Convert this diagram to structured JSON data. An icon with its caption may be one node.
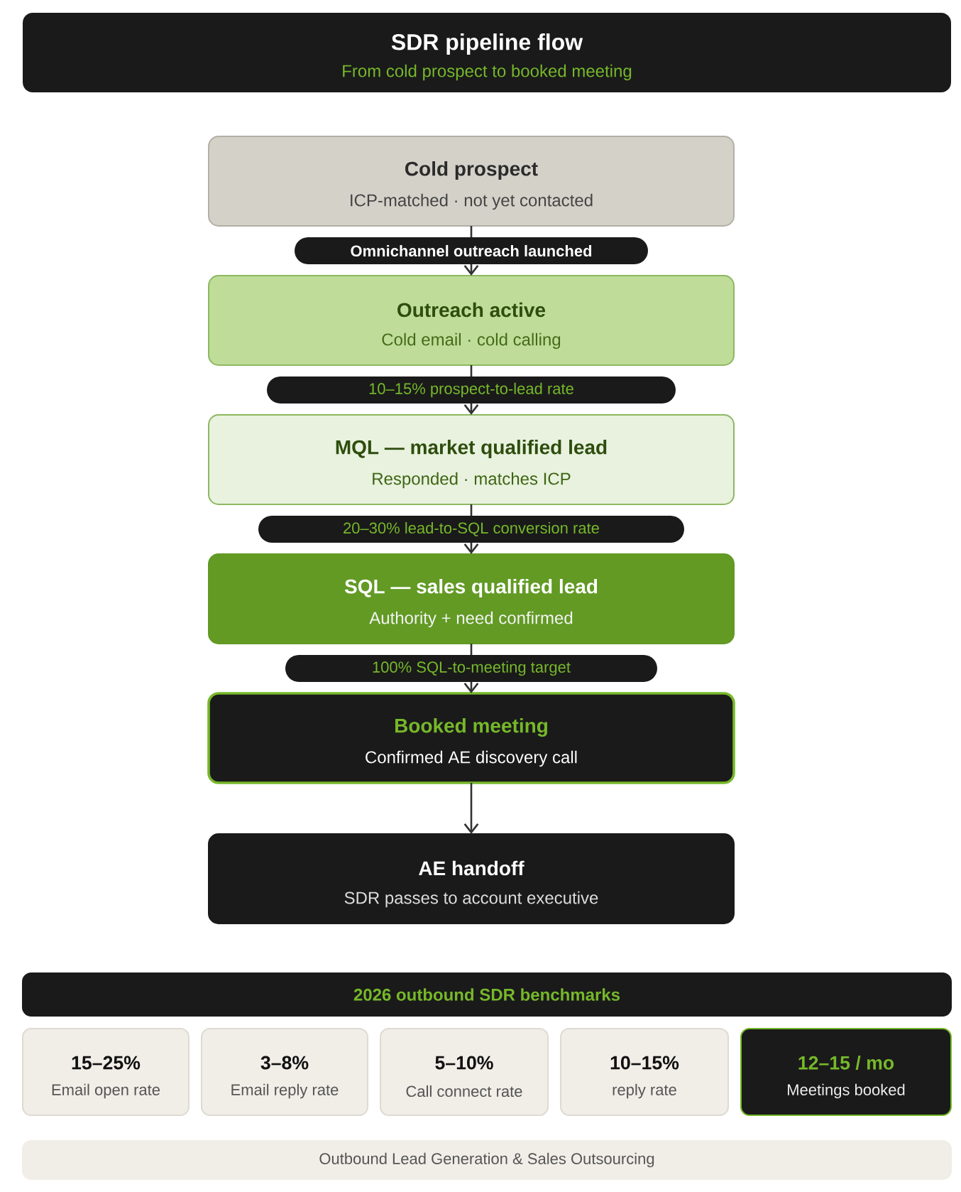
{
  "diagram": {
    "title": "SDR pipeline flow",
    "labels": [
      "From cold prospect to booked meeting"
    ],
    "nodes": [
      {
        "text": [
          "Cold prospect",
          "ICP-matched · not yet contacted"
        ]
      },
      {
        "text": [
          "Outreach active",
          "Cold email · cold calling"
        ]
      },
      {
        "text": [
          "MQL — market qualified lead",
          "Responded · matches ICP"
        ]
      },
      {
        "text": [
          "SQL — sales qualified lead",
          "Authority + need confirmed"
        ]
      },
      {
        "text": [
          "Booked meeting",
          "Confirmed AE discovery call"
        ]
      },
      {
        "text": [
          "AE handoff",
          "SDR passes to account executive"
        ]
      },
      {
        "text": [
          "2026 outbound SDR benchmarks"
        ]
      },
      {
        "text": [
          "15–25%",
          "Email open rate"
        ]
      },
      {
        "text": [
          "3–8%",
          "Email reply rate"
        ]
      },
      {
        "text": [
          "5–10%",
          "Call connect rate"
        ]
      },
      {
        "text": [
          "10–15%",
          "reply rate"
        ]
      },
      {
        "text": [
          "12–15 / mo",
          "Meetings booked"
        ]
      },
      {
        "text": [
          "Outbound Lead Generation & Sales Outsourcing"
        ]
      }
    ],
    "edges": [
      {
        "from": 0,
        "to": 1,
        "arrow": "to",
        "label": "Omnichannel outreach launched"
      },
      {
        "from": 1,
        "to": 2,
        "arrow": "to",
        "label": "10–15% prospect-to-lead rate"
      },
      {
        "from": 2,
        "to": 3,
        "arrow": "to",
        "label": "20–30% lead-to-SQL conversion rate"
      },
      {
        "from": 3,
        "to": 4,
        "arrow": "to",
        "label": "100% SQL-to-meeting target"
      },
      {
        "from": 4,
        "to": 5,
        "arrow": "to"
      }
    ]
  }
}
